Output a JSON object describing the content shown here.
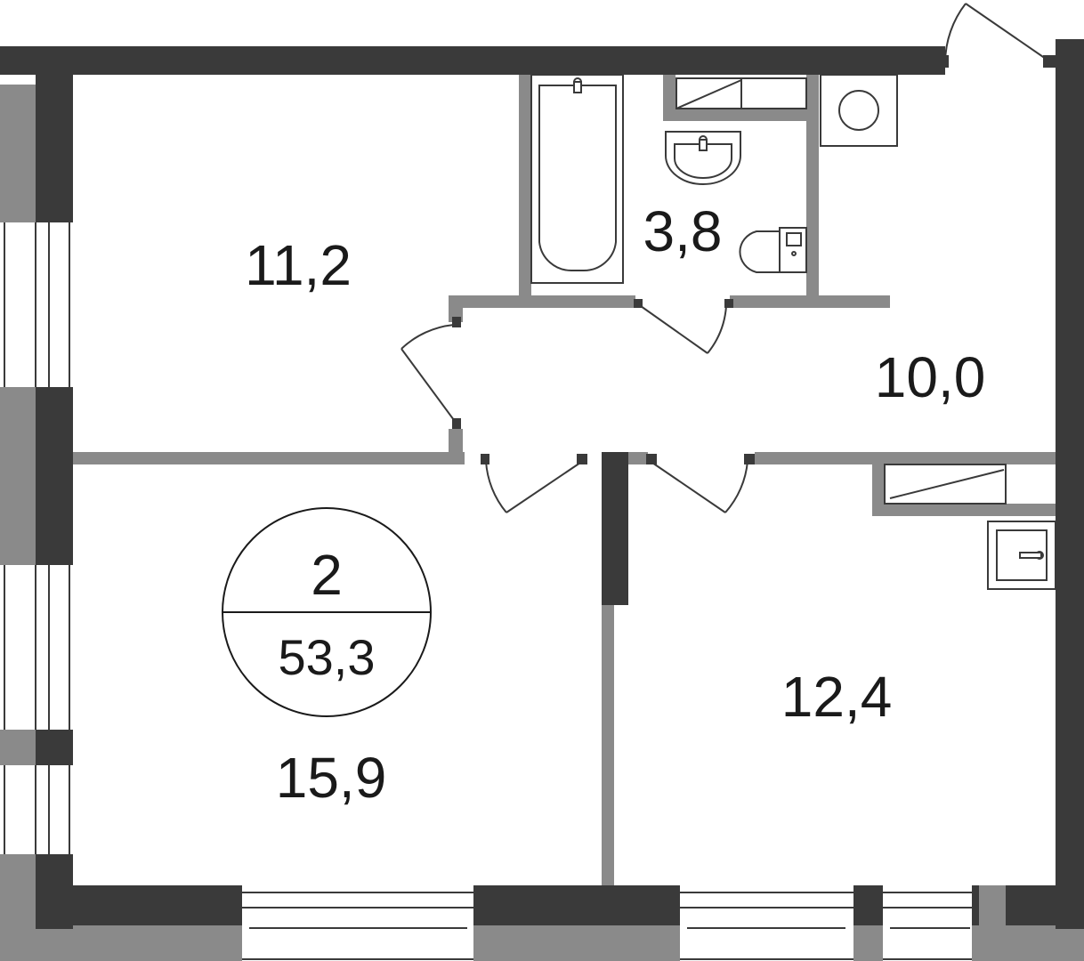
{
  "apartment": {
    "rooms_count": "2",
    "total_area": "53,3"
  },
  "rooms": {
    "bedroom": "11,2",
    "bathroom": "3,8",
    "hall": "10,0",
    "living": "15,9",
    "kitchen": "12,4"
  },
  "colors": {
    "outer_wall": "#3a3a3a",
    "inner_wall": "#8a8a8a",
    "window_band": "#8a8a8a",
    "fixture_stroke": "#3a3a3a",
    "background": "#ffffff"
  }
}
